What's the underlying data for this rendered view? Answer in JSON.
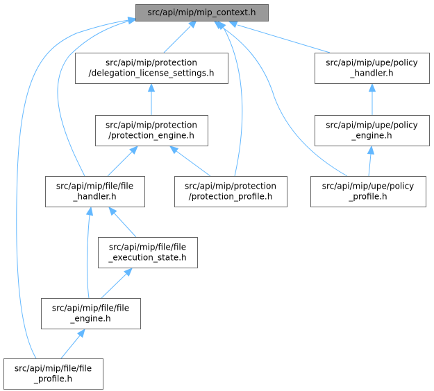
{
  "nodes": [
    {
      "id": "mip_context",
      "lines": [
        "src/api/mip/mip_context.h"
      ],
      "highlight": true
    },
    {
      "id": "delegation",
      "lines": [
        "src/api/mip/protection",
        "/delegation_license_settings.h"
      ]
    },
    {
      "id": "policy_handler",
      "lines": [
        "src/api/mip/upe/policy",
        "_handler.h"
      ]
    },
    {
      "id": "protection_engine",
      "lines": [
        "src/api/mip/protection",
        "/protection_engine.h"
      ]
    },
    {
      "id": "policy_engine",
      "lines": [
        "src/api/mip/upe/policy",
        "_engine.h"
      ]
    },
    {
      "id": "file_handler",
      "lines": [
        "src/api/mip/file/file",
        "_handler.h"
      ]
    },
    {
      "id": "protection_profile",
      "lines": [
        "src/api/mip/protection",
        "/protection_profile.h"
      ]
    },
    {
      "id": "policy_profile",
      "lines": [
        "src/api/mip/upe/policy",
        "_profile.h"
      ]
    },
    {
      "id": "file_execution_state",
      "lines": [
        "src/api/mip/file/file",
        "_execution_state.h"
      ]
    },
    {
      "id": "file_engine",
      "lines": [
        "src/api/mip/file/file",
        "_engine.h"
      ]
    },
    {
      "id": "file_profile",
      "lines": [
        "src/api/mip/file/file",
        "_profile.h"
      ]
    }
  ],
  "edges": [
    {
      "from": "delegation",
      "to": "mip_context"
    },
    {
      "from": "policy_handler",
      "to": "mip_context"
    },
    {
      "from": "file_handler",
      "to": "mip_context"
    },
    {
      "from": "protection_profile",
      "to": "mip_context"
    },
    {
      "from": "policy_profile",
      "to": "mip_context"
    },
    {
      "from": "file_profile",
      "to": "mip_context"
    },
    {
      "from": "protection_engine",
      "to": "delegation"
    },
    {
      "from": "file_handler",
      "to": "protection_engine"
    },
    {
      "from": "protection_profile",
      "to": "protection_engine"
    },
    {
      "from": "policy_engine",
      "to": "policy_handler"
    },
    {
      "from": "policy_profile",
      "to": "policy_engine"
    },
    {
      "from": "file_execution_state",
      "to": "file_handler"
    },
    {
      "from": "file_engine",
      "to": "file_handler"
    },
    {
      "from": "file_engine",
      "to": "file_execution_state"
    },
    {
      "from": "file_profile",
      "to": "file_engine"
    }
  ],
  "colors": {
    "edge": "#63b8ff",
    "root_fill": "#999999",
    "border": "#666666"
  }
}
